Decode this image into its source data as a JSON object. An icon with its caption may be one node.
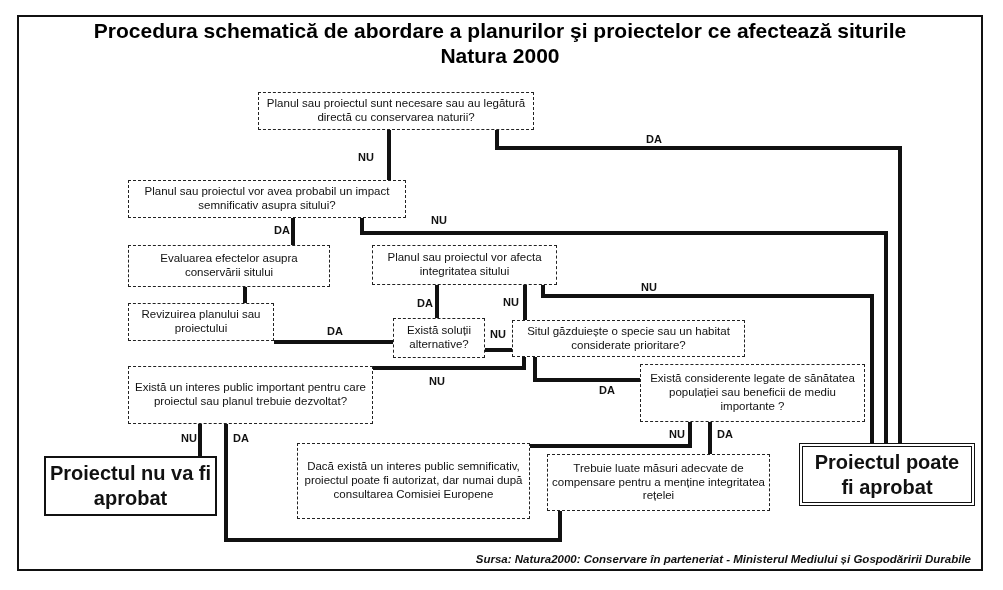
{
  "diagram": {
    "title": "Procedura schematică de abordare a planurilor şi proiectelor ce afectează siturile Natura 2000",
    "nodes": [
      {
        "text": [
          "Planul sau proiectul sunt necesare sau au legătură directă cu conservarea naturii?"
        ]
      },
      {
        "text": [
          "Planul sau proiectul vor avea probabil un impact semnificativ asupra sitului?"
        ]
      },
      {
        "text": [
          "Evaluarea efectelor asupra conservării sitului"
        ]
      },
      {
        "text": [
          "Planul sau proiectul vor afecta integritatea sitului"
        ]
      },
      {
        "text": [
          "Revizuirea planului sau proiectului"
        ]
      },
      {
        "text": [
          "Există soluții alternative?"
        ]
      },
      {
        "text": [
          "Situl găzduiește o specie sau un habitat considerate prioritare?"
        ]
      },
      {
        "text": [
          "Există un interes public important pentru care proiectul sau planul trebuie dezvoltat?"
        ]
      },
      {
        "text": [
          "Există considerente legate de sănătatea populației sau beneficii de mediu importante ?"
        ]
      },
      {
        "text": [
          "Proiectul nu va fi aprobat"
        ]
      },
      {
        "text": [
          "Dacă există un interes public semnificativ, proiectul poate fi autorizat, dar numai după consultarea Comisiei Europene"
        ]
      },
      {
        "text": [
          "Trebuie luate măsuri adecvate de compensare pentru a menține integritatea rețelei"
        ]
      },
      {
        "text": [
          "Proiectul poate fi aprobat"
        ]
      }
    ],
    "edges": [
      {
        "from": 0,
        "to": 1,
        "arrow": "none",
        "label": "NU"
      },
      {
        "from": 0,
        "to": 12,
        "arrow": "none",
        "label": "DA"
      },
      {
        "from": 1,
        "to": 2,
        "arrow": "none",
        "label": "DA"
      },
      {
        "from": 1,
        "to": 12,
        "arrow": "none",
        "label": "NU"
      },
      {
        "from": 2,
        "to": 4,
        "arrow": "none"
      },
      {
        "from": 3,
        "to": 5,
        "arrow": "none",
        "label": "DA"
      },
      {
        "from": 3,
        "to": 6,
        "arrow": "none",
        "label": "NU"
      },
      {
        "from": 3,
        "to": 12,
        "arrow": "none",
        "label": "NU"
      },
      {
        "from": 5,
        "to": 4,
        "arrow": "none",
        "label": "DA"
      },
      {
        "from": 5,
        "to": 6,
        "arrow": "none",
        "label": "NU"
      },
      {
        "from": 6,
        "to": 7,
        "arrow": "none",
        "label": "NU"
      },
      {
        "from": 6,
        "to": 8,
        "arrow": "none",
        "label": "DA"
      },
      {
        "from": 7,
        "to": 9,
        "arrow": "none",
        "label": "NU"
      },
      {
        "from": 7,
        "to": 11,
        "arrow": "none",
        "label": "DA"
      },
      {
        "from": 8,
        "to": 10,
        "arrow": "none",
        "label": "NU"
      },
      {
        "from": 8,
        "to": 11,
        "arrow": "none",
        "label": "DA"
      }
    ],
    "caption": "Sursa: Natura2000: Conservare în parteneriat - Ministerul Mediului și Gospodăririi Durabile"
  }
}
